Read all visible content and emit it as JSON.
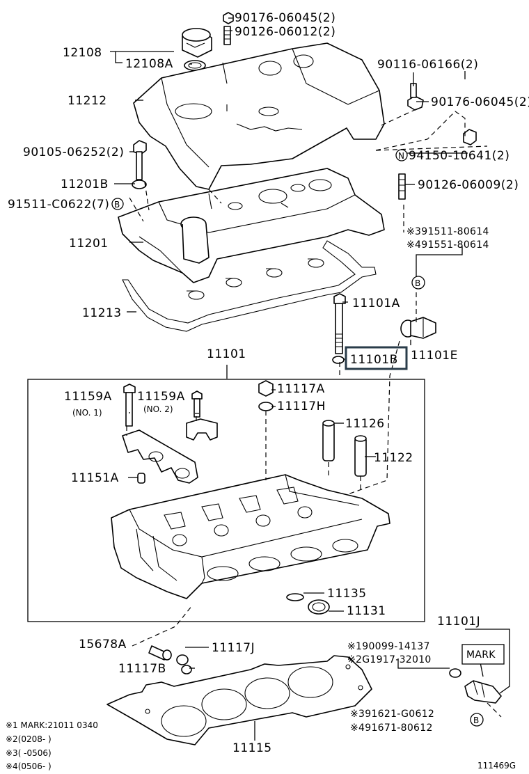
{
  "labels": {
    "p_90176_06045_top": "90176-06045(2)",
    "p_90126_06012": "90126-06012(2)",
    "p_12108": "12108",
    "p_12108A": "12108A",
    "p_90116_06166": "90116-06166(2)",
    "p_11212": "11212",
    "p_90176_06045_right": "90176-06045(2)",
    "p_90105_06252": "90105-06252(2)",
    "p_94150_10641": "94150-10641(2)",
    "p_11201B": "11201B",
    "p_90126_06009": "90126-06009(2)",
    "p_91511_C0622": "91511-C0622(7)",
    "p_391511_80614": "※391511-80614",
    "p_491551_80614": "※491551-80614",
    "p_11201": "11201",
    "p_11213": "11213",
    "p_11101A": "11101A",
    "p_11101B": "11101B",
    "p_11101E": "11101E",
    "p_11101": "11101",
    "p_11159A_1": "11159A",
    "p_11159A_2": "11159A",
    "no1": "(NO. 1)",
    "no2": "(NO. 2)",
    "p_11117A": "11117A",
    "p_11117H": "11117H",
    "p_11126": "11126",
    "p_11122": "11122",
    "p_11151A": "11151A",
    "p_11135": "11135",
    "p_11131": "11131",
    "p_11101J": "11101J",
    "p_15678A": "15678A",
    "p_11117J": "11117J",
    "p_190099_14137": "※190099-14137",
    "p_2G1917_32010": "※2G1917-32010",
    "mark": "MARK",
    "p_11117B": "11117B",
    "p_391621_G0612": "※391621-G0612",
    "p_491671_80612": "※491671-80612",
    "p_11115": "11115",
    "ref_n": "N",
    "ref_b1": "B",
    "ref_b2": "B",
    "ref_b3": "B",
    "figure_id": "111469G"
  },
  "notes": [
    "※1 MARK:21011 0340",
    "※2(0208-       )",
    "※3(       -0506)",
    "※4(0506-       )"
  ],
  "highlight": {
    "part": "11101B",
    "color": "#2a3c4a"
  }
}
